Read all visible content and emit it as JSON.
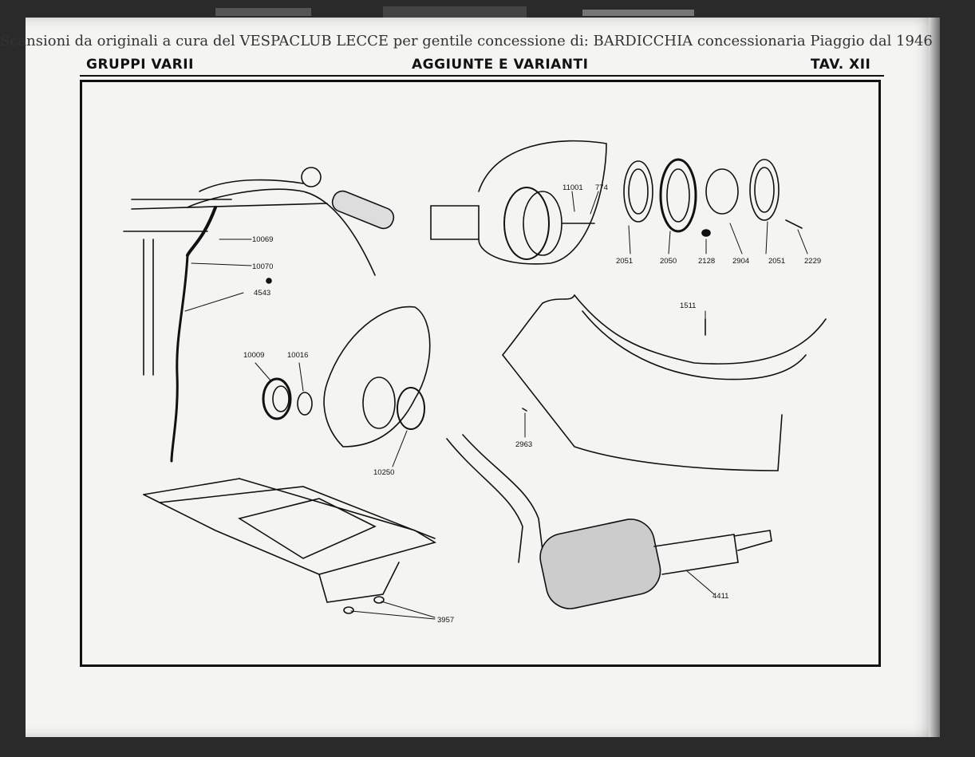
{
  "watermark": "Scansioni da originali a cura del VESPACLUB LECCE per gentile concessione di: BARDICCHIA concessionaria Piaggio dal 1946",
  "header": {
    "left": "GRUPPI VARII",
    "center": "AGGIUNTE E VARIANTI",
    "right": "TAV. XII"
  },
  "parts": {
    "handlebar": [
      "10069",
      "10070",
      "4543"
    ],
    "clutch": [
      "11001",
      "774",
      "2051",
      "2050",
      "2128",
      "2904",
      "2051",
      "2229"
    ],
    "crankcase": [
      "10009",
      "10016",
      "10250"
    ],
    "floorboard": [
      "1511",
      "2963"
    ],
    "frame_rack": [
      "3957"
    ],
    "exhaust": [
      "4411"
    ]
  }
}
